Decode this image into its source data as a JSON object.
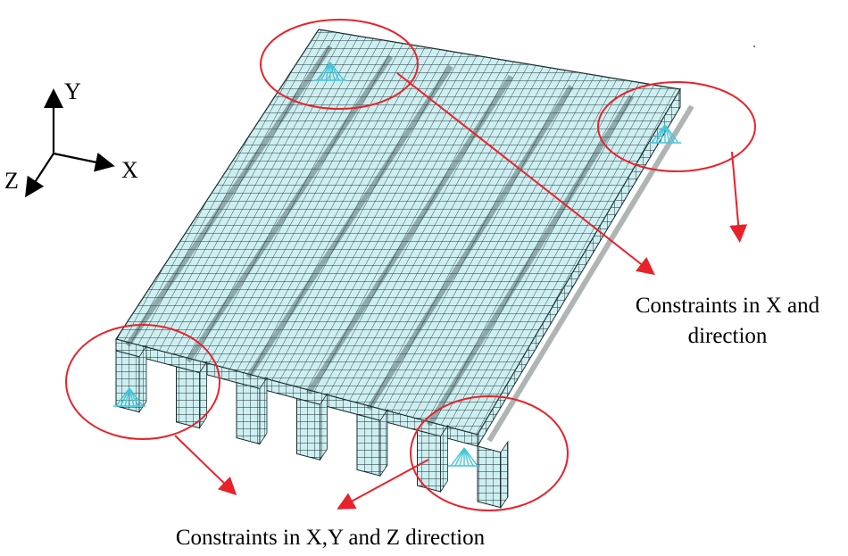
{
  "axes": {
    "y": "Y",
    "x": "X",
    "z": "Z"
  },
  "labels": {
    "constraints_xy_line1": "Constraints in X and",
    "constraints_xy_line2": "direction",
    "constraints_xyz": "Constraints in X,Y and Z direction"
  },
  "colors": {
    "mesh_fill": "#cdeff2",
    "mesh_line": "#1a2a2a",
    "constraint": "#45c5d8",
    "highlight": "#e8222a",
    "text": "#000000"
  },
  "model": {
    "ribs": 7,
    "mesh_divisions_width": 26,
    "mesh_divisions_length": 34
  }
}
